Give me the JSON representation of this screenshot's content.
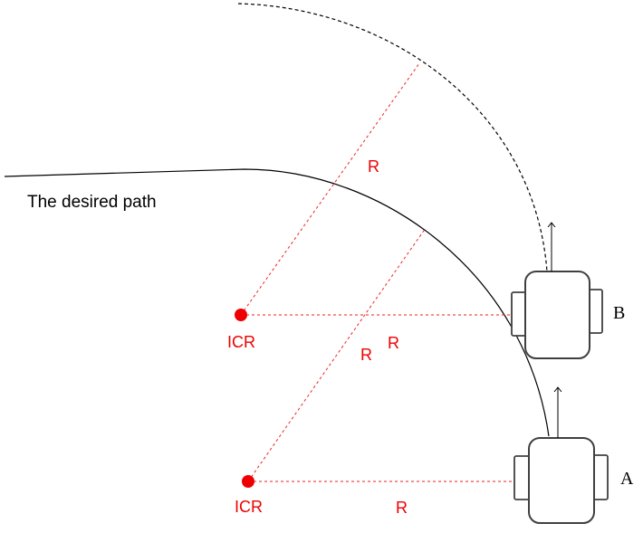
{
  "path_label": "The desired path",
  "icr_label": "ICR",
  "radius_label": "R",
  "robot_a_label": "A",
  "robot_b_label": "B",
  "colors": {
    "icr": "#ee0000",
    "radius": "#ee2222",
    "path": "#000000",
    "robot": "#404040"
  }
}
